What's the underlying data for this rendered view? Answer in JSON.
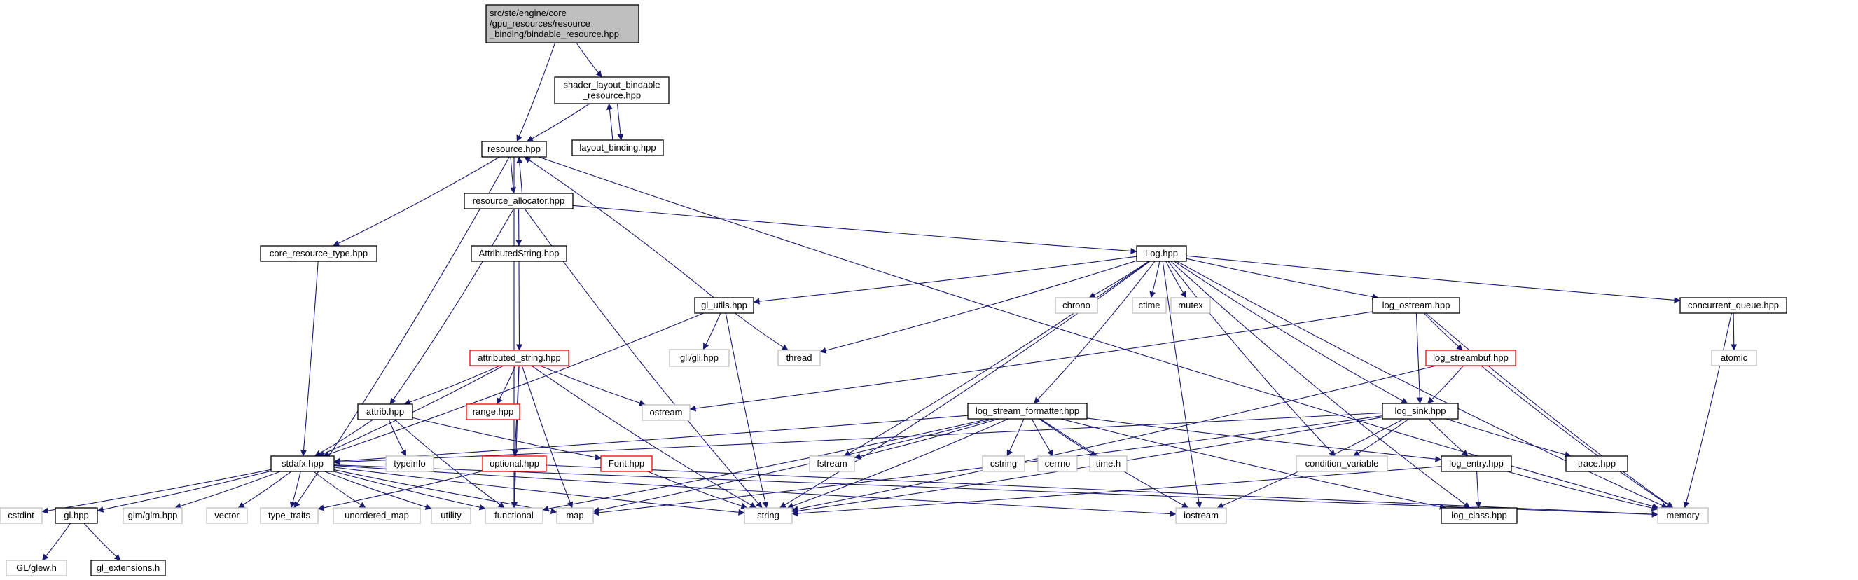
{
  "colors": {
    "edge": "#191970",
    "main_fill": "#bfbfbf",
    "node_border": "#000000",
    "missing_border": "#ff0000",
    "system_border": "#bfbfbf"
  },
  "diagram": {
    "nodes": [
      {
        "id": "main",
        "kind": "main",
        "lines": [
          "src/ste/engine/core",
          "/gpu_resources/resource",
          "_binding/bindable_resource.hpp"
        ]
      },
      {
        "id": "shader_layout",
        "kind": "normal",
        "lines": [
          "shader_layout_bindable",
          "_resource.hpp"
        ]
      },
      {
        "id": "resource",
        "kind": "normal",
        "lines": [
          "resource.hpp"
        ]
      },
      {
        "id": "layout_binding",
        "kind": "normal",
        "lines": [
          "layout_binding.hpp"
        ]
      },
      {
        "id": "resource_allocator",
        "kind": "normal",
        "lines": [
          "resource_allocator.hpp"
        ]
      },
      {
        "id": "core_resource_type",
        "kind": "normal",
        "lines": [
          "core_resource_type.hpp"
        ]
      },
      {
        "id": "AttributedString",
        "kind": "normal",
        "lines": [
          "AttributedString.hpp"
        ]
      },
      {
        "id": "Log",
        "kind": "normal",
        "lines": [
          "Log.hpp"
        ]
      },
      {
        "id": "gl_utils",
        "kind": "normal",
        "lines": [
          "gl_utils.hpp"
        ]
      },
      {
        "id": "chrono",
        "kind": "system",
        "lines": [
          "chrono"
        ]
      },
      {
        "id": "ctime",
        "kind": "system",
        "lines": [
          "ctime"
        ]
      },
      {
        "id": "mutex",
        "kind": "system",
        "lines": [
          "mutex"
        ]
      },
      {
        "id": "log_ostream",
        "kind": "normal",
        "lines": [
          "log_ostream.hpp"
        ]
      },
      {
        "id": "concurrent_queue",
        "kind": "normal",
        "lines": [
          "concurrent_queue.hpp"
        ]
      },
      {
        "id": "attributed_string",
        "kind": "red",
        "lines": [
          "attributed_string.hpp"
        ]
      },
      {
        "id": "gli",
        "kind": "system",
        "lines": [
          "gli/gli.hpp"
        ]
      },
      {
        "id": "thread",
        "kind": "system",
        "lines": [
          "thread"
        ]
      },
      {
        "id": "log_streambuf",
        "kind": "red",
        "lines": [
          "log_streambuf.hpp"
        ]
      },
      {
        "id": "atomic",
        "kind": "system",
        "lines": [
          "atomic"
        ]
      },
      {
        "id": "attrib",
        "kind": "normal",
        "lines": [
          "attrib.hpp"
        ]
      },
      {
        "id": "range",
        "kind": "red",
        "lines": [
          "range.hpp"
        ]
      },
      {
        "id": "ostream",
        "kind": "system",
        "lines": [
          "ostream"
        ]
      },
      {
        "id": "log_stream_formatter",
        "kind": "normal",
        "lines": [
          "log_stream_formatter.hpp"
        ]
      },
      {
        "id": "log_sink",
        "kind": "normal",
        "lines": [
          "log_sink.hpp"
        ]
      },
      {
        "id": "stdafx",
        "kind": "normal",
        "lines": [
          "stdafx.hpp"
        ]
      },
      {
        "id": "typeinfo",
        "kind": "system",
        "lines": [
          "typeinfo"
        ]
      },
      {
        "id": "optional",
        "kind": "red",
        "lines": [
          "optional.hpp"
        ]
      },
      {
        "id": "Font",
        "kind": "red",
        "lines": [
          "Font.hpp"
        ]
      },
      {
        "id": "fstream",
        "kind": "system",
        "lines": [
          "fstream"
        ]
      },
      {
        "id": "cstring",
        "kind": "system",
        "lines": [
          "cstring"
        ]
      },
      {
        "id": "cerrno",
        "kind": "system",
        "lines": [
          "cerrno"
        ]
      },
      {
        "id": "time_h",
        "kind": "system",
        "lines": [
          "time.h"
        ]
      },
      {
        "id": "condition_variable",
        "kind": "system",
        "lines": [
          "condition_variable"
        ]
      },
      {
        "id": "log_entry",
        "kind": "normal",
        "lines": [
          "log_entry.hpp"
        ]
      },
      {
        "id": "trace",
        "kind": "normal",
        "lines": [
          "trace.hpp"
        ]
      },
      {
        "id": "cstdint",
        "kind": "system",
        "lines": [
          "cstdint"
        ]
      },
      {
        "id": "gl",
        "kind": "normal",
        "lines": [
          "gl.hpp"
        ]
      },
      {
        "id": "glm",
        "kind": "system",
        "lines": [
          "glm/glm.hpp"
        ]
      },
      {
        "id": "vector",
        "kind": "system",
        "lines": [
          "vector"
        ]
      },
      {
        "id": "type_traits",
        "kind": "system",
        "lines": [
          "type_traits"
        ]
      },
      {
        "id": "unordered_map",
        "kind": "system",
        "lines": [
          "unordered_map"
        ]
      },
      {
        "id": "utility",
        "kind": "system",
        "lines": [
          "utility"
        ]
      },
      {
        "id": "functional",
        "kind": "system",
        "lines": [
          "functional"
        ]
      },
      {
        "id": "map",
        "kind": "system",
        "lines": [
          "map"
        ]
      },
      {
        "id": "string",
        "kind": "system",
        "lines": [
          "string"
        ]
      },
      {
        "id": "iostream",
        "kind": "system",
        "lines": [
          "iostream"
        ]
      },
      {
        "id": "log_class",
        "kind": "normal",
        "lines": [
          "log_class.hpp"
        ]
      },
      {
        "id": "memory",
        "kind": "system",
        "lines": [
          "memory"
        ]
      },
      {
        "id": "glew",
        "kind": "system",
        "lines": [
          "GL/glew.h"
        ]
      },
      {
        "id": "gl_extensions",
        "kind": "normal",
        "lines": [
          "gl_extensions.h"
        ]
      }
    ],
    "edges": [
      [
        "main",
        "shader_layout"
      ],
      [
        "main",
        "resource"
      ],
      [
        "shader_layout",
        "resource"
      ],
      [
        "shader_layout",
        "layout_binding"
      ],
      [
        "layout_binding",
        "shader_layout"
      ],
      [
        "resource",
        "resource_allocator"
      ],
      [
        "resource_allocator",
        "resource"
      ],
      [
        "resource",
        "core_resource_type"
      ],
      [
        "resource",
        "type_traits"
      ],
      [
        "resource",
        "functional"
      ],
      [
        "resource",
        "memory"
      ],
      [
        "resource_allocator",
        "Log"
      ],
      [
        "resource_allocator",
        "AttributedString"
      ],
      [
        "resource_allocator",
        "attrib"
      ],
      [
        "resource_allocator",
        "string"
      ],
      [
        "core_resource_type",
        "stdafx"
      ],
      [
        "AttributedString",
        "attributed_string"
      ],
      [
        "Log",
        "gl_utils"
      ],
      [
        "Log",
        "chrono"
      ],
      [
        "Log",
        "ctime"
      ],
      [
        "Log",
        "mutex"
      ],
      [
        "Log",
        "log_ostream"
      ],
      [
        "Log",
        "concurrent_queue"
      ],
      [
        "Log",
        "thread"
      ],
      [
        "Log",
        "log_stream_formatter"
      ],
      [
        "Log",
        "log_sink"
      ],
      [
        "Log",
        "condition_variable"
      ],
      [
        "Log",
        "iostream"
      ],
      [
        "Log",
        "string"
      ],
      [
        "Log",
        "fstream"
      ],
      [
        "Log",
        "log_class"
      ],
      [
        "Log",
        "memory"
      ],
      [
        "gl_utils",
        "resource"
      ],
      [
        "gl_utils",
        "gli"
      ],
      [
        "gl_utils",
        "thread"
      ],
      [
        "gl_utils",
        "string"
      ],
      [
        "gl_utils",
        "stdafx"
      ],
      [
        "log_ostream",
        "log_streambuf"
      ],
      [
        "log_ostream",
        "log_sink"
      ],
      [
        "log_ostream",
        "ostream"
      ],
      [
        "log_ostream",
        "memory"
      ],
      [
        "concurrent_queue",
        "atomic"
      ],
      [
        "concurrent_queue",
        "memory"
      ],
      [
        "log_streambuf",
        "log_sink"
      ],
      [
        "log_streambuf",
        "string"
      ],
      [
        "log_streambuf",
        "memory"
      ],
      [
        "attributed_string",
        "attrib"
      ],
      [
        "attributed_string",
        "range"
      ],
      [
        "attributed_string",
        "optional"
      ],
      [
        "attributed_string",
        "ostream"
      ],
      [
        "attributed_string",
        "stdafx"
      ],
      [
        "attributed_string",
        "functional"
      ],
      [
        "attributed_string",
        "map"
      ],
      [
        "attributed_string",
        "string"
      ],
      [
        "attrib",
        "stdafx"
      ],
      [
        "attrib",
        "typeinfo"
      ],
      [
        "attrib",
        "Font"
      ],
      [
        "attrib",
        "functional"
      ],
      [
        "log_stream_formatter",
        "stdafx"
      ],
      [
        "log_stream_formatter",
        "fstream"
      ],
      [
        "log_stream_formatter",
        "cstring"
      ],
      [
        "log_stream_formatter",
        "cerrno"
      ],
      [
        "log_stream_formatter",
        "time_h"
      ],
      [
        "log_stream_formatter",
        "log_entry"
      ],
      [
        "log_stream_formatter",
        "iostream"
      ],
      [
        "log_stream_formatter",
        "string"
      ],
      [
        "log_stream_formatter",
        "map"
      ],
      [
        "log_stream_formatter",
        "functional"
      ],
      [
        "log_stream_formatter",
        "log_class"
      ],
      [
        "log_sink",
        "log_entry"
      ],
      [
        "log_sink",
        "trace"
      ],
      [
        "log_sink",
        "string"
      ],
      [
        "log_sink",
        "iostream"
      ],
      [
        "log_sink",
        "condition_variable"
      ],
      [
        "log_sink",
        "stdafx"
      ],
      [
        "log_sink",
        "map"
      ],
      [
        "log_entry",
        "log_class"
      ],
      [
        "log_entry",
        "string"
      ],
      [
        "log_entry",
        "memory"
      ],
      [
        "optional",
        "functional"
      ],
      [
        "optional",
        "type_traits"
      ],
      [
        "optional",
        "memory"
      ],
      [
        "Font",
        "string"
      ],
      [
        "stdafx",
        "cstdint"
      ],
      [
        "stdafx",
        "gl"
      ],
      [
        "stdafx",
        "glm"
      ],
      [
        "stdafx",
        "vector"
      ],
      [
        "stdafx",
        "type_traits"
      ],
      [
        "stdafx",
        "unordered_map"
      ],
      [
        "stdafx",
        "utility"
      ],
      [
        "stdafx",
        "functional"
      ],
      [
        "stdafx",
        "map"
      ],
      [
        "stdafx",
        "string"
      ],
      [
        "stdafx",
        "iostream"
      ],
      [
        "stdafx",
        "memory"
      ],
      [
        "gl",
        "glew"
      ],
      [
        "gl",
        "gl_extensions"
      ]
    ]
  }
}
